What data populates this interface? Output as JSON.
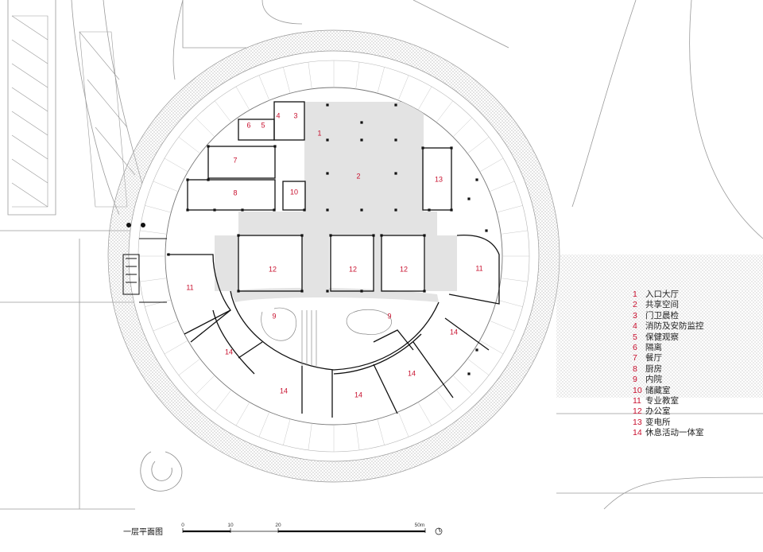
{
  "drawing_title": "一层平面图",
  "room_labels": [
    {
      "n": "1"
    },
    {
      "n": "2"
    },
    {
      "n": "3"
    },
    {
      "n": "4"
    },
    {
      "n": "5"
    },
    {
      "n": "6"
    },
    {
      "n": "7"
    },
    {
      "n": "8"
    },
    {
      "n": "10"
    },
    {
      "n": "13"
    },
    {
      "n": "12"
    },
    {
      "n": "12"
    },
    {
      "n": "12"
    },
    {
      "n": "11"
    },
    {
      "n": "11"
    },
    {
      "n": "9"
    },
    {
      "n": "9"
    },
    {
      "n": "14"
    },
    {
      "n": "14"
    },
    {
      "n": "14"
    },
    {
      "n": "14"
    },
    {
      "n": "14"
    }
  ],
  "legend": [
    {
      "num": "1",
      "label": "入口大厅"
    },
    {
      "num": "2",
      "label": "共享空间"
    },
    {
      "num": "3",
      "label": "门卫晨检"
    },
    {
      "num": "4",
      "label": "消防及安防监控"
    },
    {
      "num": "5",
      "label": "保健观察"
    },
    {
      "num": "6",
      "label": "隔离"
    },
    {
      "num": "7",
      "label": "餐厅"
    },
    {
      "num": "8",
      "label": "厨房"
    },
    {
      "num": "9",
      "label": "内院"
    },
    {
      "num": "10",
      "label": "储藏室"
    },
    {
      "num": "11",
      "label": "专业教室"
    },
    {
      "num": "12",
      "label": "办公室"
    },
    {
      "num": "13",
      "label": "变电所"
    },
    {
      "num": "14",
      "label": "休息活动一体室"
    }
  ],
  "scale_bar": {
    "labels": [
      "0",
      "10",
      "20",
      "50m"
    ]
  },
  "colors": {
    "room_number": "#c8102e",
    "wall": "#111111",
    "circulation": "#e2e2e2",
    "hatch": "#d0d0d0"
  }
}
